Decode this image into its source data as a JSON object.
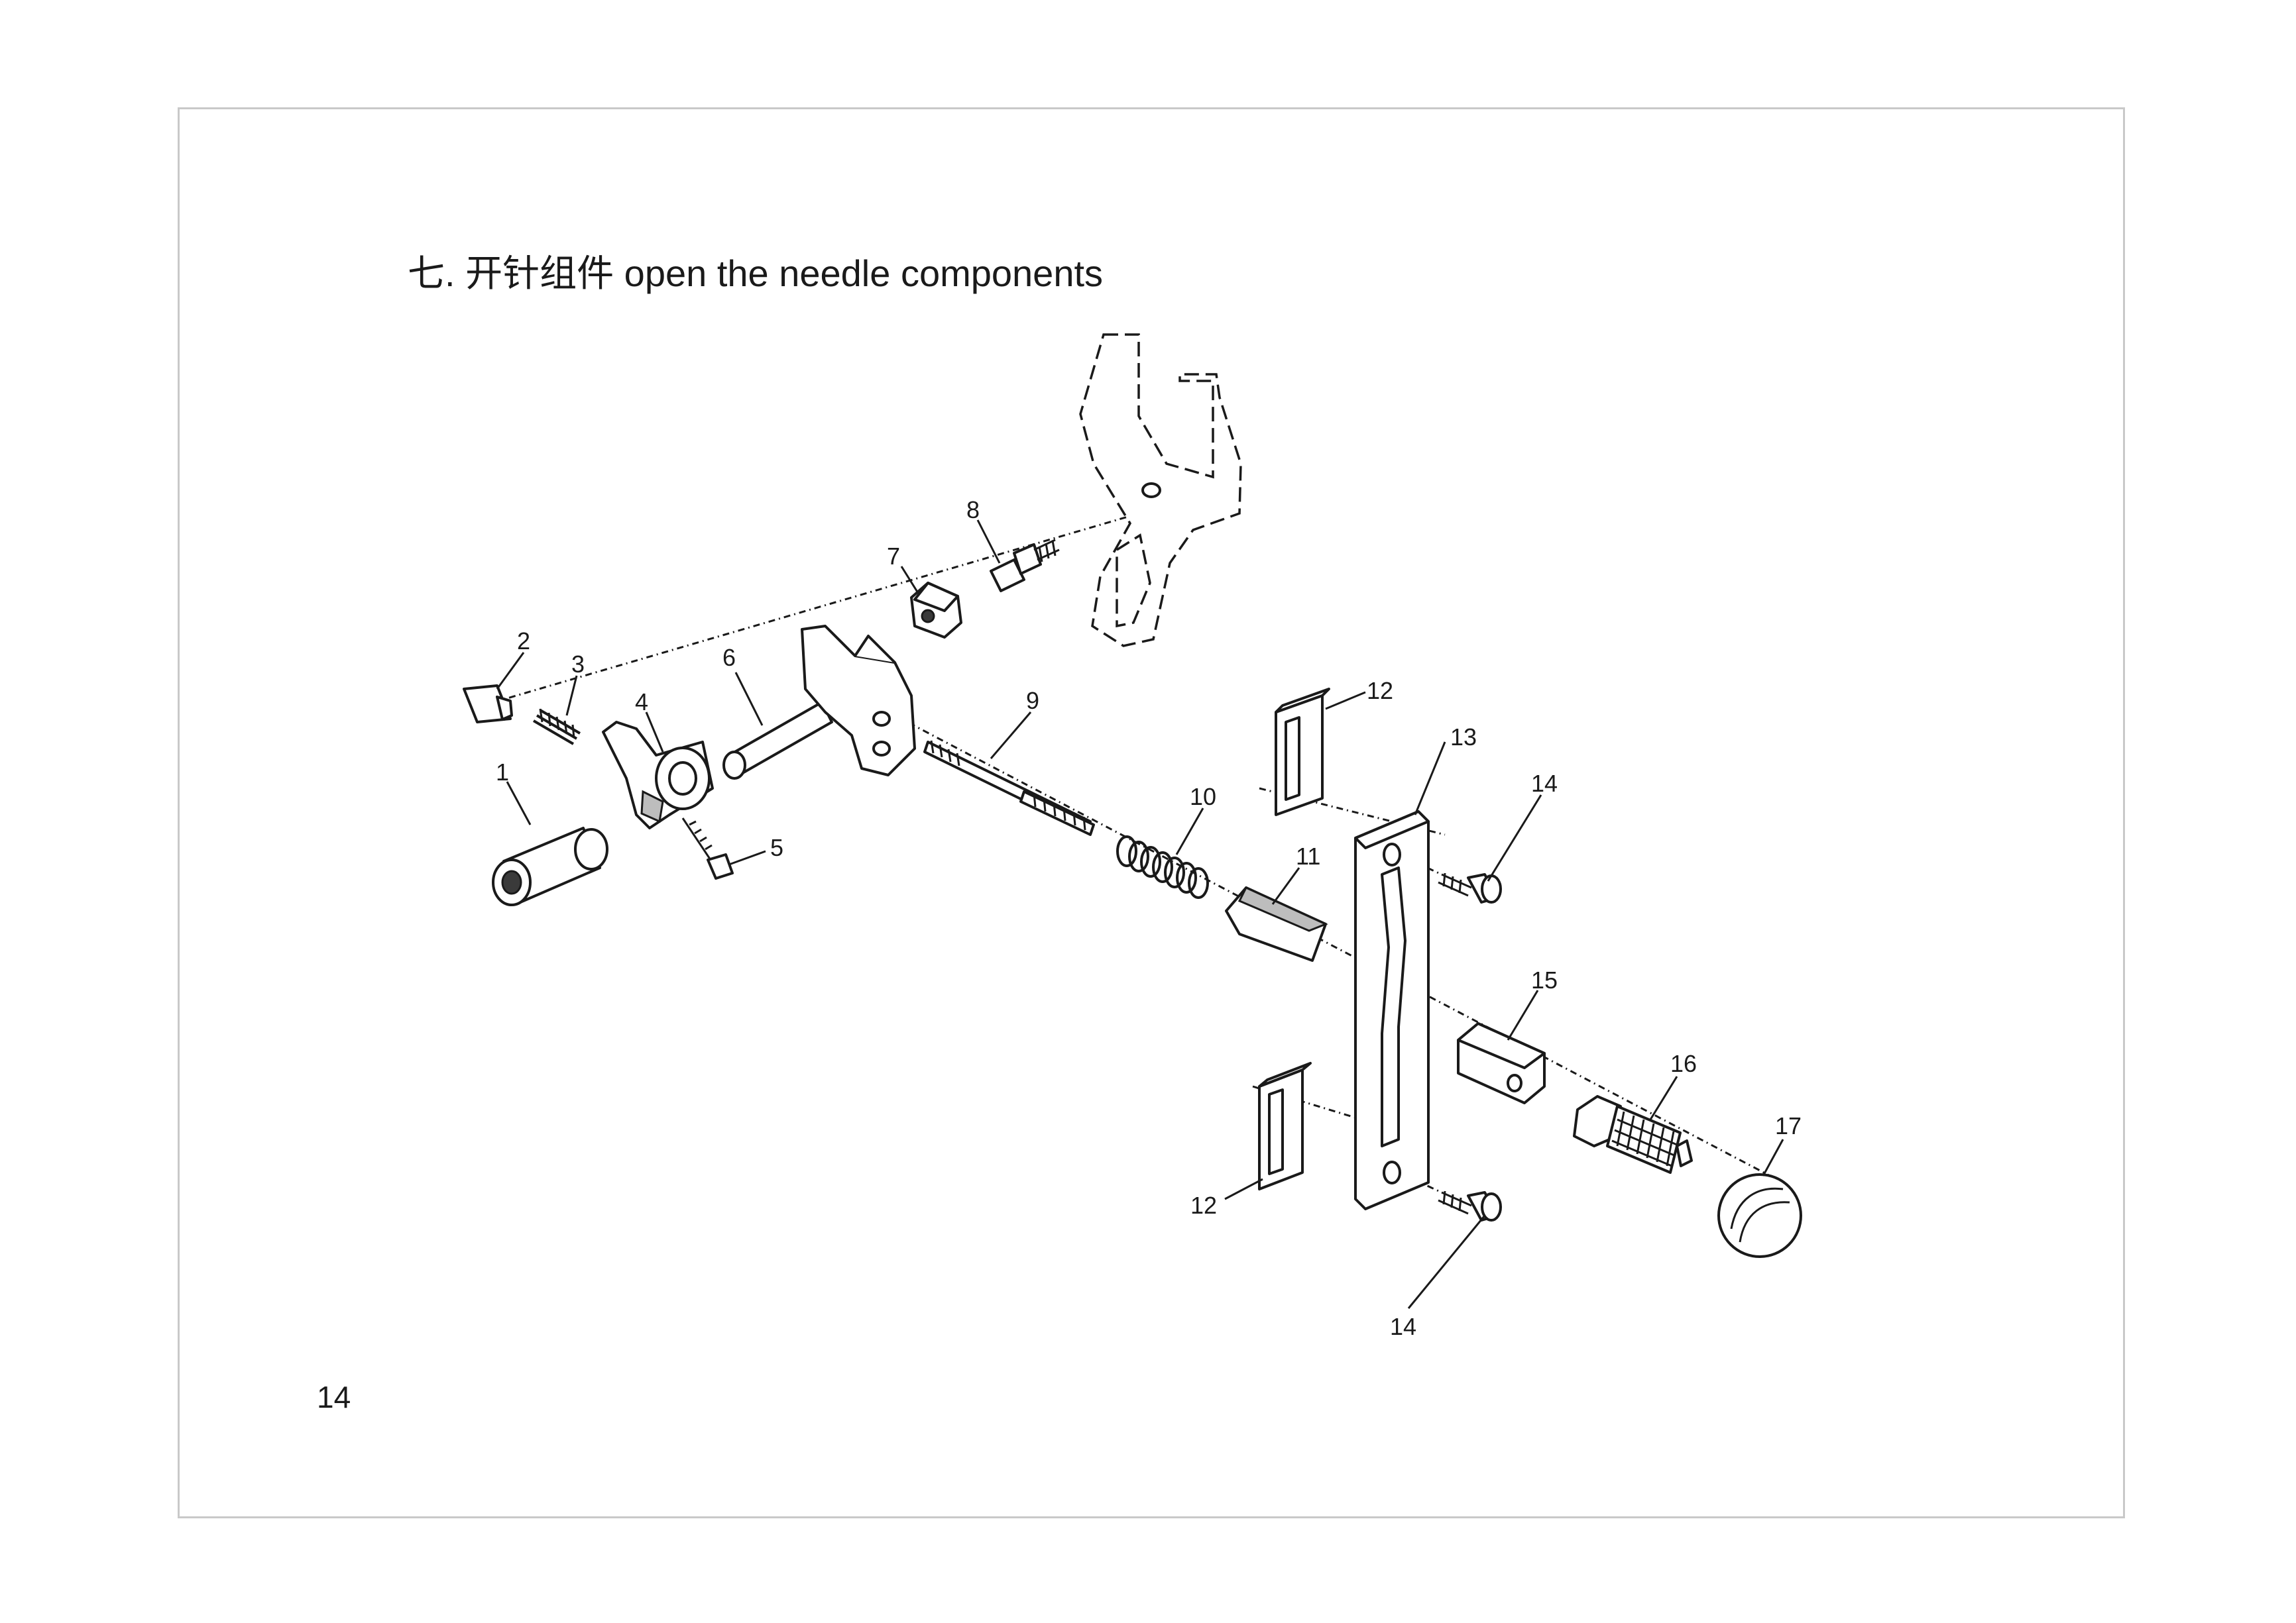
{
  "page": {
    "title": "七. 开针组件 open the needle components",
    "page_number": "14"
  },
  "callouts": [
    {
      "id": "1",
      "label": "1"
    },
    {
      "id": "2",
      "label": "2"
    },
    {
      "id": "3",
      "label": "3"
    },
    {
      "id": "4",
      "label": "4"
    },
    {
      "id": "5",
      "label": "5"
    },
    {
      "id": "6",
      "label": "6"
    },
    {
      "id": "7",
      "label": "7"
    },
    {
      "id": "8",
      "label": "8"
    },
    {
      "id": "9",
      "label": "9"
    },
    {
      "id": "10",
      "label": "10"
    },
    {
      "id": "11",
      "label": "11"
    },
    {
      "id": "12a",
      "label": "12"
    },
    {
      "id": "12b",
      "label": "12"
    },
    {
      "id": "13",
      "label": "13"
    },
    {
      "id": "14a",
      "label": "14"
    },
    {
      "id": "14b",
      "label": "14"
    },
    {
      "id": "15",
      "label": "15"
    },
    {
      "id": "16",
      "label": "16"
    },
    {
      "id": "17",
      "label": "17"
    }
  ]
}
